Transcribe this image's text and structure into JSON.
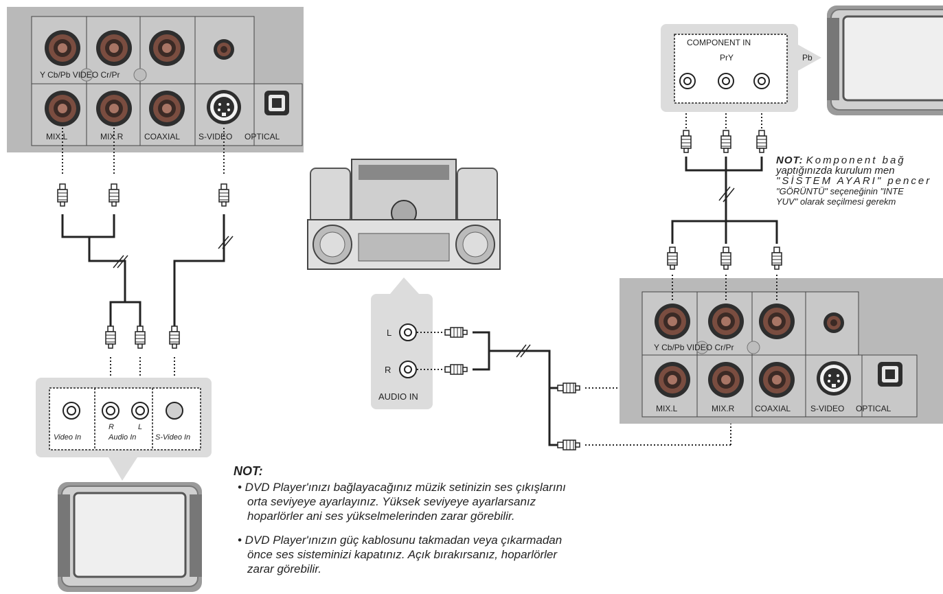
{
  "player_panel_left": {
    "top_row_label": "Y Cb/Pb VIDEO    Cr/Pr",
    "bottom_labels": [
      "MIX.L",
      "MIX.R",
      "COAXIAL",
      "S-VIDEO",
      "OPTICAL"
    ]
  },
  "player_panel_right": {
    "top_row_label": "Y Cb/Pb VIDEO    Cr/Pr",
    "bottom_labels": [
      "MIX.L",
      "MIX.R",
      "COAXIAL",
      "S-VIDEO",
      "OPTICAL"
    ]
  },
  "tv_input_panel": {
    "video_in": "Video In",
    "r": "R",
    "l": "L",
    "audio_in": "Audio In",
    "s_video_in": "S-Video In"
  },
  "component_panel": {
    "title": "COMPONENT IN",
    "pry": "PrY",
    "pb": "Pb"
  },
  "audio_in_panel": {
    "l": "L",
    "r": "R",
    "title": "AUDIO IN"
  },
  "side_note": {
    "title": "NOT:",
    "line1": "Komponent bağ",
    "line2": "yaptığınızda kurulum men",
    "line3": "\"SİSTEM AYARI\" pencer",
    "line4": "\"GÖRÜNTÜ\" seçeneğinin \"INTE",
    "line5": "YUV\" olarak seçilmesi gerekm"
  },
  "note": {
    "title": "NOT:",
    "items": [
      "• DVD Player'ınızı bağlayacağınız müzik setinizin ses çıkışlarını orta seviyeye ayarlayınız. Yüksek seviyeye ayarlarsanız hoparlörler ani ses yükselmelerinden zarar görebilir.",
      "• DVD Player'ınızın güç kablosunu takmadan veya çıkarmadan önce ses sisteminizi kapatınız. Açık bırakırsanız, hoparlörler zarar görebilir."
    ]
  },
  "colors": {
    "panel": "#b9b9b9",
    "panel_inner": "#c8c8c8",
    "jack_outer": "#3a3a3a",
    "jack_ring": "#8a5a4a",
    "callout": "#dcdcdc",
    "cable": "#222222"
  }
}
